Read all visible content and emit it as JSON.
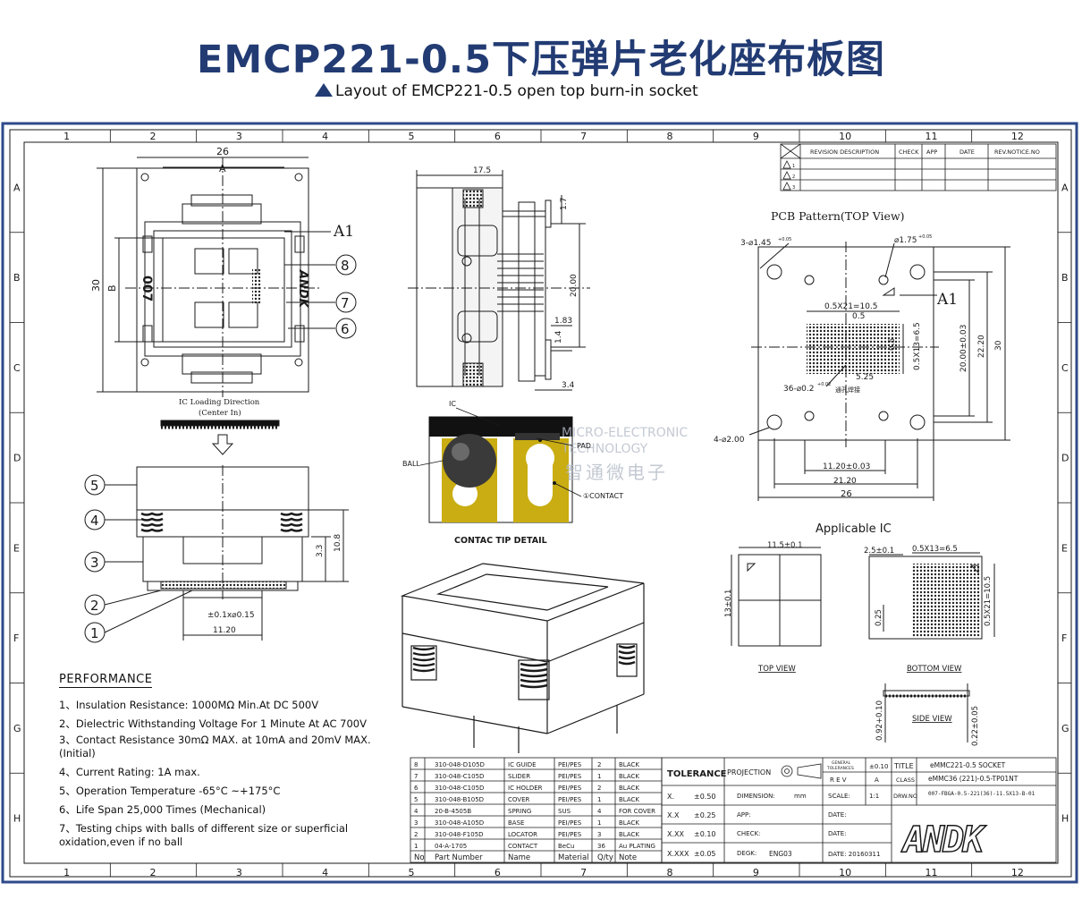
{
  "header": {
    "title": "EMCP221-0.5下压弹片老化座布板图",
    "subtitle": "Layout of EMCP221-0.5 open top burn-in socket"
  },
  "colors": {
    "title": "#223b73",
    "frame": "#2e4a8a",
    "contact": "#c9ad12",
    "ink": "#1a1a1a"
  },
  "grid": {
    "columns": [
      "1",
      "2",
      "3",
      "4",
      "5",
      "6",
      "7",
      "8",
      "9",
      "10",
      "11",
      "12"
    ],
    "rows": [
      "A",
      "B",
      "C",
      "D",
      "E",
      "F",
      "G",
      "H"
    ]
  },
  "revision_table": {
    "headers": [
      "REVISION DESCRIPTION",
      "CHECK",
      "APP",
      "DATE",
      "REV.NOTICE.NO"
    ],
    "rows": [
      "1",
      "2",
      "3"
    ]
  },
  "top_view": {
    "dim_width": "26",
    "dim_a": "A",
    "dim_height": "30",
    "dim_b": "B",
    "side_text": "007",
    "brand_text": "ANDK",
    "pin_label": "A1",
    "callouts": [
      "8",
      "7",
      "6"
    ],
    "loading_label_1": "IC Loading Direction",
    "loading_label_2": "(Center In)"
  },
  "side_view": {
    "dim_top": "17.5",
    "dim_17": "1.7",
    "dim_20": "20.00",
    "dim_183": "1.83",
    "dim_14": "1.4",
    "dim_34": "3.4"
  },
  "section_view": {
    "callouts": [
      "5",
      "4",
      "3",
      "2",
      "1"
    ],
    "dim_33": "3.3",
    "dim_108": "10.8",
    "dim_pitch": "±0.1x⌀0.15",
    "dim_1120": "11.20"
  },
  "contact_detail": {
    "labels": {
      "ic": "IC",
      "pad": "PAD",
      "ball": "BALL",
      "contact": "①CONTACT"
    },
    "title": "CONTAC TIP DETAIL",
    "watermark": {
      "en1": "MICRO-ELECTRONIC",
      "en2": "TECHNOLOGY",
      "cn": "智通微电子"
    }
  },
  "pcb": {
    "title": "PCB Pattern(TOP View)",
    "labels": {
      "holes3": "3-⌀1.45",
      "holes3_tol": "+0.05",
      "hole175": "⌀1.75",
      "hole175_tol": "+0.05",
      "a1": "A1",
      "dim_0521": "0.5X21=10.5",
      "dim_05": "0.5",
      "dim_0513": "0.5X13=6.5",
      "dim_05b": "0.5",
      "dim_525": "5.25",
      "pads": "36-⌀0.2",
      "pads_tol": "+0.02",
      "pads_note": "通孔焊接",
      "holes4": "4-⌀2.00",
      "dim_2000": "20.00±0.03",
      "dim_2220": "22.20",
      "dim_30": "30",
      "dim_1120": "11.20±0.03",
      "dim_2120": "21.20",
      "dim_26": "26"
    }
  },
  "applicable_ic": {
    "title": "Applicable IC",
    "labels": {
      "dim_115": "11.5±0.1",
      "dim_13": "13±0.1",
      "top_view": "TOP VIEW",
      "dim_25": "2.5±0.1",
      "dim_0513": "0.5X13=6.5",
      "dim_0521": "0.5X21=10.5",
      "dim_025": "0.25",
      "bottom_view": "BOTTOM VIEW",
      "dim_092": "0.92+0.10",
      "side_view": "SIDE VIEW",
      "dim_022": "0.22±0.05"
    }
  },
  "performance": {
    "title": "PERFORMANCE",
    "items": [
      "1、Insulation Resistance: 1000MΩ Min.At DC 500V",
      "2、Dielectric Withstanding Voltage For 1 Minute At AC 700V",
      "3、Contact Resistance 30mΩ MAX. at 10mA and 20mV MAX.(Initial)",
      "4、Current Rating: 1A max.",
      "5、Operation Temperature -65°C ~+175°C",
      "6、Life Span 25,000 Times (Mechanical)",
      "7、Testing chips with balls of different size or superficial oxidation,even if no ball"
    ]
  },
  "bom": {
    "rows": [
      [
        "8",
        "310-048-D105D",
        "IC GUIDE",
        "PEI/PES",
        "2",
        "BLACK"
      ],
      [
        "7",
        "310-048-C105D",
        "SLIDER",
        "PEI/PES",
        "1",
        "BLACK"
      ],
      [
        "6",
        "310-048-C105D",
        "IC HOLDER",
        "PEI/PES",
        "2",
        "BLACK"
      ],
      [
        "5",
        "310-048-B105D",
        "COVER",
        "PEI/PES",
        "1",
        "BLACK"
      ],
      [
        "4",
        "20-B-4505B",
        "SPRING",
        "SUS",
        "4",
        "FOR COVER"
      ],
      [
        "3",
        "310-048-A105D",
        "BASE",
        "PEI/PES",
        "1",
        "BLACK"
      ],
      [
        "2",
        "310-048-F105D",
        "LOCATOR",
        "PEI/PES",
        "3",
        "BLACK"
      ],
      [
        "1",
        "04-A-1705",
        "CONTACT",
        "BeCu",
        "36",
        "Au PLATING"
      ]
    ],
    "header": [
      "No",
      "Part Number",
      "Name",
      "Material",
      "Q/ty",
      "Note"
    ]
  },
  "title_block": {
    "tolerance": "TOLERANCE",
    "tol_rows": [
      [
        "X.",
        "±0.50"
      ],
      [
        "X.X",
        "±0.25"
      ],
      [
        "X.XX",
        "±0.10"
      ],
      [
        "X.XXX",
        "±0.05"
      ]
    ],
    "projection": "PROJECTION",
    "dimension": "DIMENSION:",
    "dimension_unit": "mm",
    "app": "APP:",
    "check": "CHECK:",
    "degk": "DEGK:",
    "degk_val": "ENG03",
    "general_1": "GENERAL",
    "general_2": "TOLERANCES",
    "general_val": "±0.10",
    "rev": "R E V",
    "rev_val": "A",
    "scale": "SCALE:",
    "scale_val": "1:1",
    "date": "DATE:",
    "date_val": "DATE: 20160311",
    "title_label": "TITLE",
    "title_val": "eMMC221-0.5 SOCKET",
    "class_label": "CLASS",
    "class_val": "eMMC36 (221)-0.5-TP01NT",
    "drw_label": "DRW.NO",
    "drw_val": "007-FBGA-0.5-221(36)-11.5X13-B-01",
    "logo": "ANDK"
  }
}
